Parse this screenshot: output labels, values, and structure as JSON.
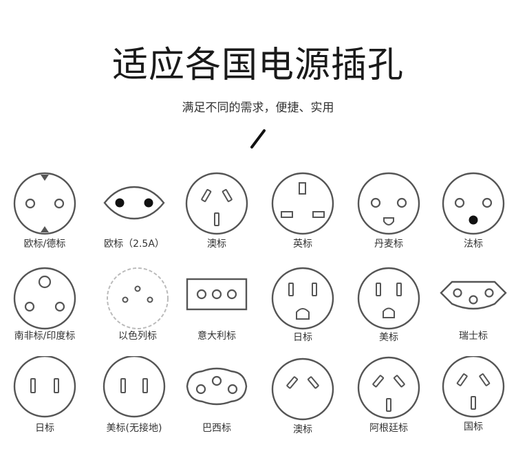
{
  "header": {
    "title": "适应各国电源插孔",
    "subtitle": "满足不同的需求，便捷、实用"
  },
  "plugs": [
    {
      "label": "欧标/德标"
    },
    {
      "label": "欧标（2.5A）"
    },
    {
      "label": "澳标"
    },
    {
      "label": "英标"
    },
    {
      "label": "丹麦标"
    },
    {
      "label": "法标"
    },
    {
      "label": "南非标/印度标"
    },
    {
      "label": "以色列标"
    },
    {
      "label": "意大利标"
    },
    {
      "label": "日标"
    },
    {
      "label": "美标"
    },
    {
      "label": "瑞士标"
    },
    {
      "label": "日标"
    },
    {
      "label": "美标(无接地)"
    },
    {
      "label": "巴西标"
    },
    {
      "label": "澳标"
    },
    {
      "label": "阿根廷标"
    },
    {
      "label": "国标"
    }
  ]
}
